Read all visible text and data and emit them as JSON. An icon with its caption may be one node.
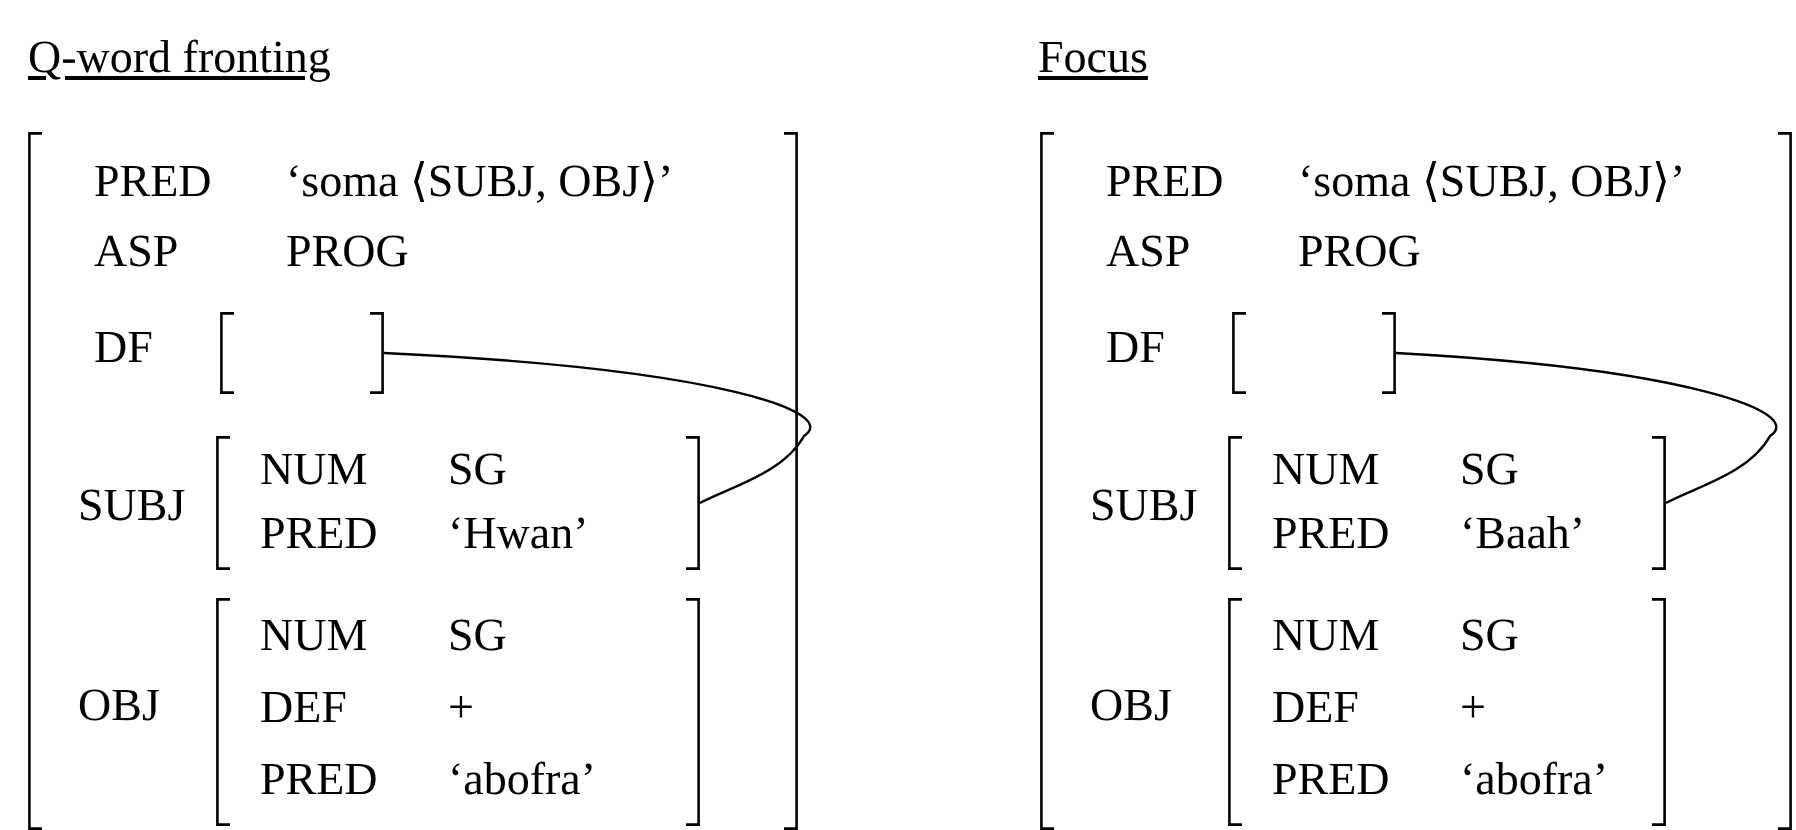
{
  "diagram": {
    "nodes": [
      {
        "text": [
          "PRED",
          "‘soma ⟨SUBJ, OBJ⟩’",
          "ASP",
          "PROG",
          "DF",
          "SUBJ",
          "OBJ"
        ]
      },
      {
        "text": [],
        "shape": "box",
        "in": 0
      },
      {
        "text": [
          "NUM",
          "SG",
          "PRED",
          "‘Hwan’"
        ],
        "in": 0
      },
      {
        "text": [
          "NUM",
          "SG",
          "DEF",
          "+",
          "PRED",
          "‘abofra’"
        ],
        "in": 0
      },
      {
        "text": [
          "PRED",
          "‘soma ⟨SUBJ, OBJ⟩’",
          "ASP",
          "PROG",
          "DF",
          "SUBJ",
          "OBJ"
        ]
      },
      {
        "text": [],
        "shape": "box",
        "in": 4
      },
      {
        "text": [
          "NUM",
          "SG",
          "PRED",
          "‘Baah’"
        ],
        "in": 4
      },
      {
        "text": [
          "NUM",
          "SG",
          "DEF",
          "+",
          "PRED",
          "‘abofra’"
        ],
        "in": 4
      }
    ],
    "edges": [
      {
        "from": 1,
        "to": 2,
        "arrow": "none"
      },
      {
        "from": 5,
        "to": 6,
        "arrow": "none"
      }
    ],
    "labels": [
      "Q-word fronting",
      "Focus"
    ]
  }
}
